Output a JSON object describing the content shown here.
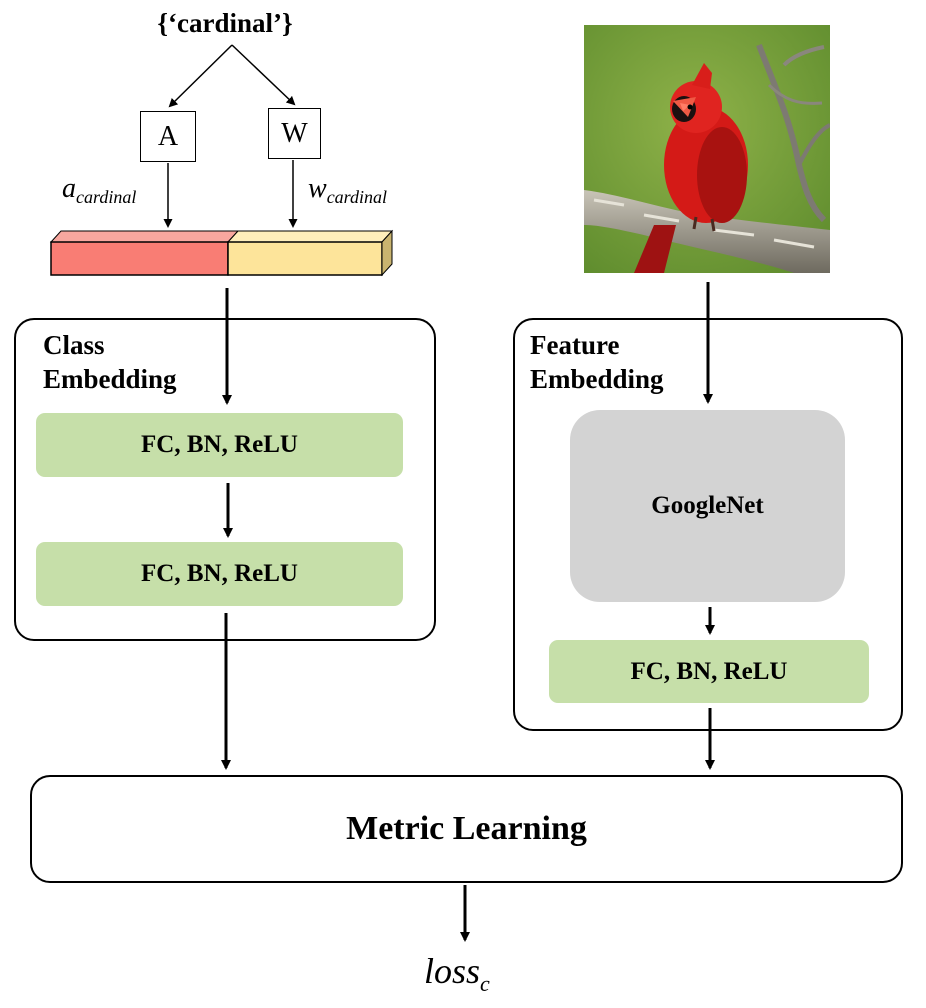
{
  "input_label": "{‘cardinal’}",
  "matrices": {
    "a": "A",
    "w": "W"
  },
  "vector_labels": {
    "a_base": "a",
    "a_sub": "cardinal",
    "w_base": "w",
    "w_sub": "cardinal"
  },
  "class_embedding": {
    "title_line1": "Class",
    "title_line2": "Embedding",
    "layers": [
      "FC, BN, ReLU",
      "FC, BN, ReLU"
    ]
  },
  "feature_embedding": {
    "title_line1": "Feature",
    "title_line2": "Embedding",
    "backbone": "GoogleNet",
    "layer": "FC, BN, ReLU"
  },
  "metric_learning": "Metric Learning",
  "loss": {
    "base": "loss",
    "sub": "c"
  },
  "colors": {
    "attr_segment": "#f97d74",
    "word_segment": "#fde49a",
    "layer_fill": "#c6dfa9",
    "backbone_fill": "#d3d3d3"
  }
}
